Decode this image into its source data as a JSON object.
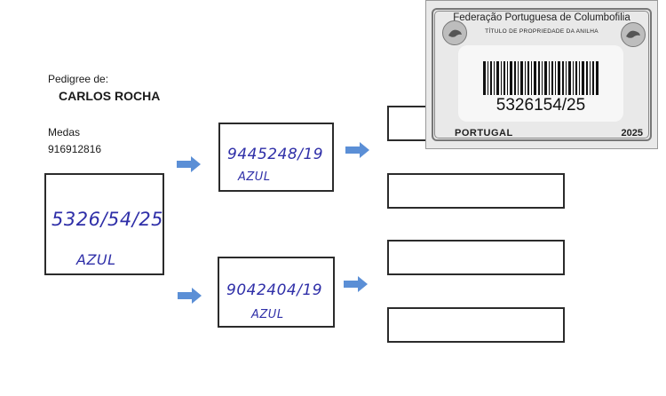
{
  "header": {
    "pedigree_label": "Pedigree de:",
    "owner_name": "CARLOS ROCHA",
    "location": "Medas",
    "phone": "916912816"
  },
  "pigeon": {
    "ring": "5326/54/25",
    "color": "AZUL"
  },
  "parents": {
    "sire_ring": "9445248/19",
    "sire_color": "AZUL",
    "dam_ring": "9042404/19",
    "dam_color": "AZUL"
  },
  "certificate": {
    "federation": "Federação Portuguesa de Columbofilia",
    "title": "TÍTULO DE PROPRIEDADE DA ANILHA",
    "barcode_number": "5326154/25",
    "country": "PORTUGAL",
    "year": "2025",
    "seal_left_icon": "pigeon-seal-icon",
    "seal_right_icon": "pigeon-seal-icon"
  },
  "colors": {
    "arrow": "#5b8fd6",
    "handwriting": "#2f2fa8"
  }
}
